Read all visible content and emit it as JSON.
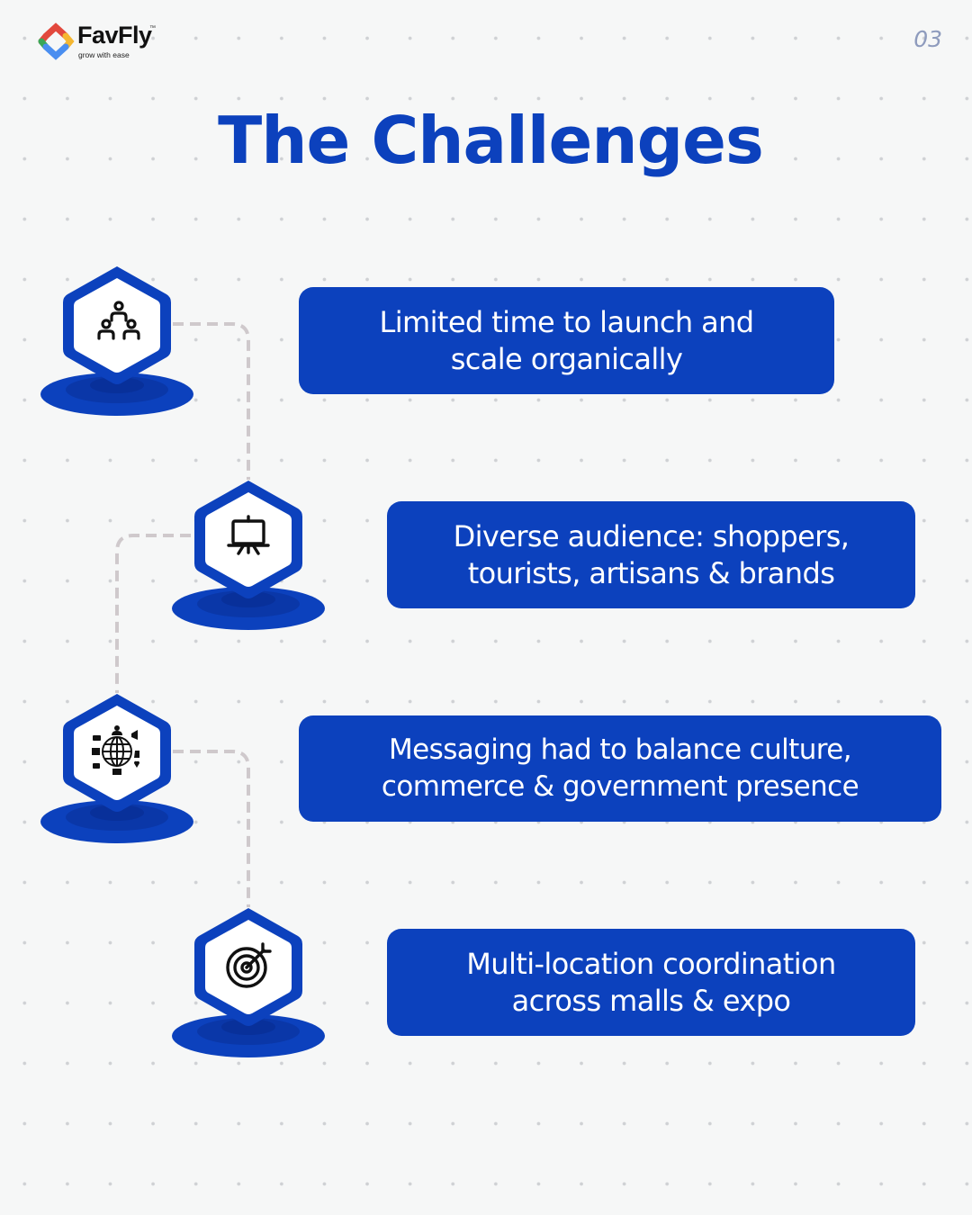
{
  "brand": {
    "name": "FavFly",
    "trademark": "™",
    "tagline": "grow with ease",
    "colors": {
      "red": "#e2483d",
      "yellow": "#f5b731",
      "green": "#3aa757",
      "blue": "#4a8ef0"
    }
  },
  "page_number": "03",
  "title": "The Challenges",
  "theme": {
    "primary": "#0c41bd",
    "primary_dark": "#0a34a0",
    "connector": "#cfc9cc",
    "background": "#f6f7f7"
  },
  "challenges": [
    {
      "icon": "team-hierarchy-icon",
      "lines": [
        "Limited time to launch and",
        "scale organically"
      ]
    },
    {
      "icon": "presentation-easel-icon",
      "lines": [
        "Diverse audience: shoppers,",
        "tourists, artisans & brands"
      ]
    },
    {
      "icon": "global-social-media-icon",
      "lines": [
        "Messaging had to balance culture,",
        "commerce & government presence"
      ]
    },
    {
      "icon": "target-bullseye-icon",
      "lines": [
        "Multi-location coordination",
        "across malls & expo"
      ]
    }
  ]
}
